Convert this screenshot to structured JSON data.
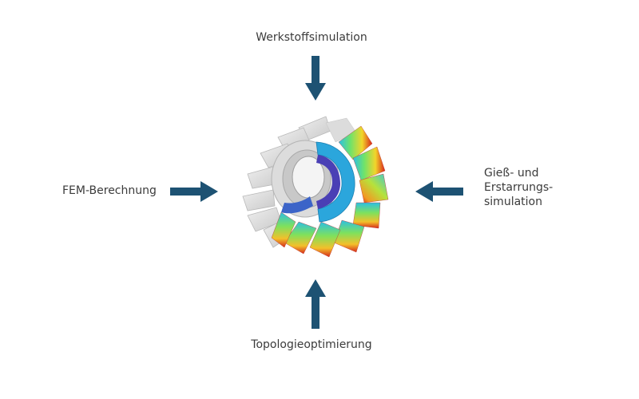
{
  "diagram": {
    "inputs": {
      "top": "Werkstoffsimulation",
      "left": "FEM-Berechnung",
      "right": "Gieß- und\nErstarrungs-\nsimulation",
      "bottom": "Topologieoptimierung"
    },
    "colors": {
      "arrow": "#1d5273",
      "text": "#3b3b3b",
      "ghost_part": "#d6d6d6",
      "hub": "#2ba6dc",
      "inner_ring": "#4a3fb5"
    },
    "icons": {
      "arrow_top": "arrow-down-icon",
      "arrow_left": "arrow-right-icon",
      "arrow_right": "arrow-left-icon",
      "arrow_bottom": "arrow-up-icon",
      "center_image": "impeller-stress-simulation"
    }
  }
}
